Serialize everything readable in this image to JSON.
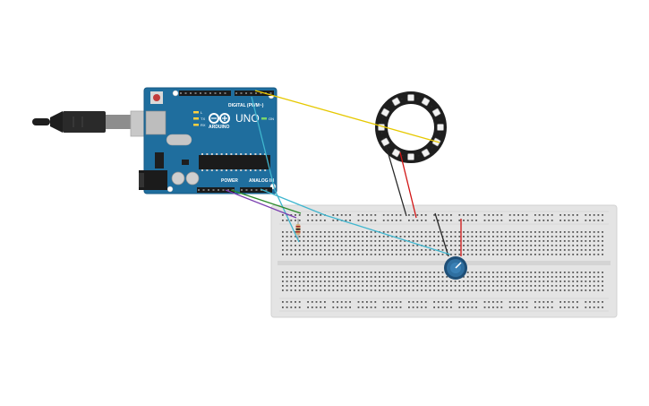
{
  "arduino": {
    "brand": "ARDUINO",
    "model": "UNO",
    "label_digital": "DIGITAL (PWM~)",
    "label_power": "POWER",
    "label_analog": "ANALOG IN",
    "label_tx": "TX",
    "label_rx": "RX",
    "label_on": "ON",
    "label_l": "L",
    "board_color": "#1f6e9e"
  },
  "neopixel_ring": {
    "led_count": 12,
    "color": "#1e1e1e"
  },
  "breadboard": {
    "color": "#e4e4e4"
  },
  "potentiometer": {
    "knob_color": "#2f6fa0"
  },
  "wire_colors": {
    "data": "#e6c800",
    "power": "#d11414",
    "ground": "#262626",
    "signal": "#3fb6cf",
    "purple": "#7b3fb0",
    "green": "#2c8a2c"
  }
}
